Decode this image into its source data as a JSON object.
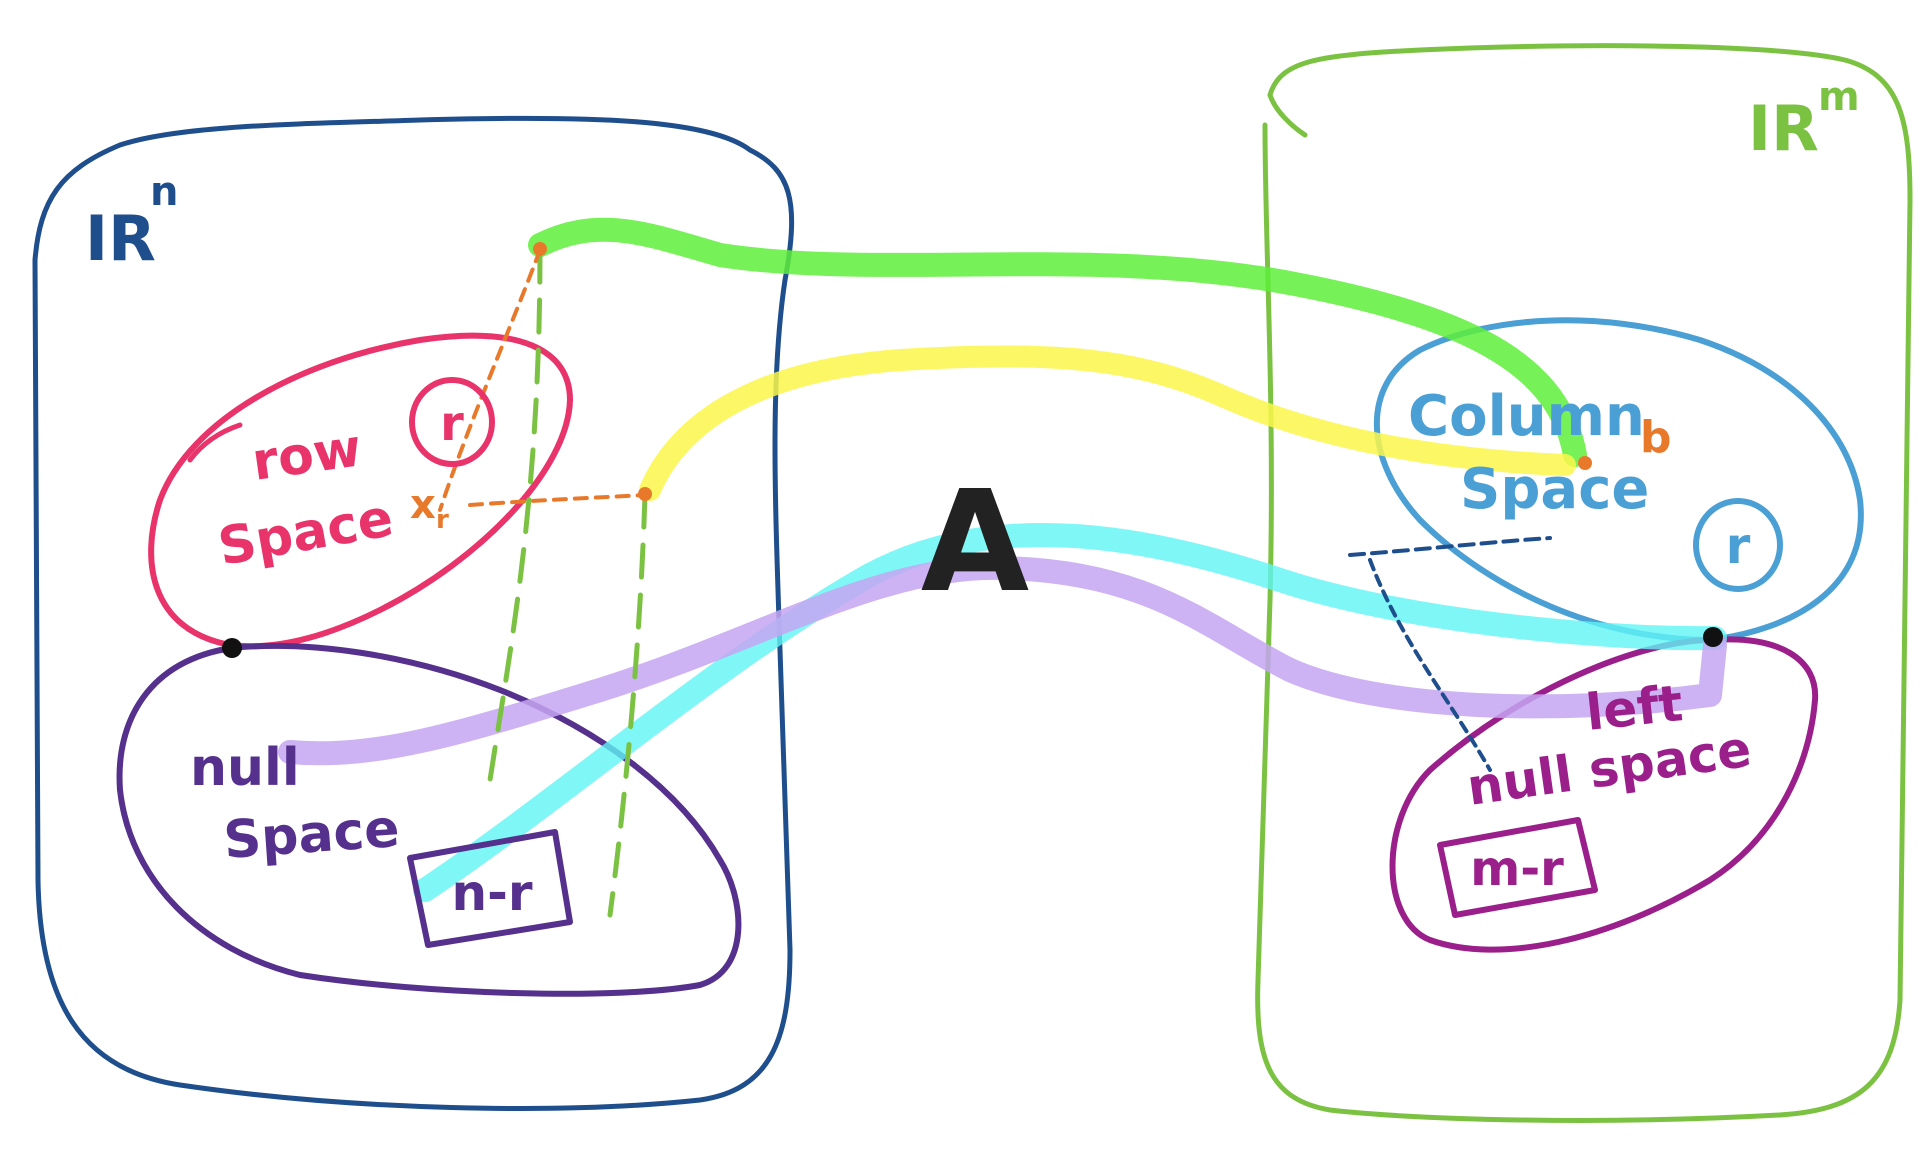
{
  "colors": {
    "domain": "#1f4e8c",
    "codomain": "#7cc242",
    "row_space": "#e8336b",
    "null_space": "#55308d",
    "column_space": "#4a9fd4",
    "left_null_space": "#9b1f8a",
    "map_green": "#5eef3a",
    "map_yellow": "#fbf74a",
    "map_cyan": "#5ff5f5",
    "map_lavender": "#c6a6f2",
    "vector_marker": "#e8792b",
    "projection_dash": "#7cc242",
    "matrix_label": "#222222"
  },
  "left_space": {
    "label_base": "IR",
    "label_exp": "n",
    "row_space": {
      "line1": "row",
      "line2": "Space",
      "dim": "r"
    },
    "null_space": {
      "line1": "null",
      "line2": "Space",
      "dim": "n-r"
    },
    "vector_label": "x",
    "vector_sub": "r"
  },
  "right_space": {
    "label_base": "IR",
    "label_exp": "m",
    "column_space": {
      "line1": "Column",
      "line2": "Space",
      "dim": "r"
    },
    "left_null_space": {
      "line1": "left",
      "line2": "null space",
      "dim": "m-r"
    },
    "vector_label": "b"
  },
  "matrix_label": "A"
}
